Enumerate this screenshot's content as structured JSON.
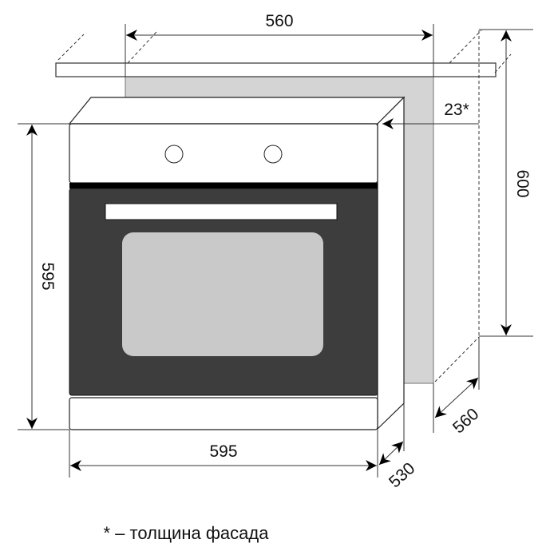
{
  "dimensions": {
    "niche_width": "560",
    "niche_height": "600",
    "niche_depth": "560",
    "oven_width": "595",
    "oven_height": "595",
    "oven_depth": "530",
    "facade_thickness": "23*"
  },
  "footnote": "* – толщина фасада",
  "colors": {
    "niche": "#d4d4d4",
    "door": "#3d3d3d",
    "window": "#c9c9c9"
  }
}
